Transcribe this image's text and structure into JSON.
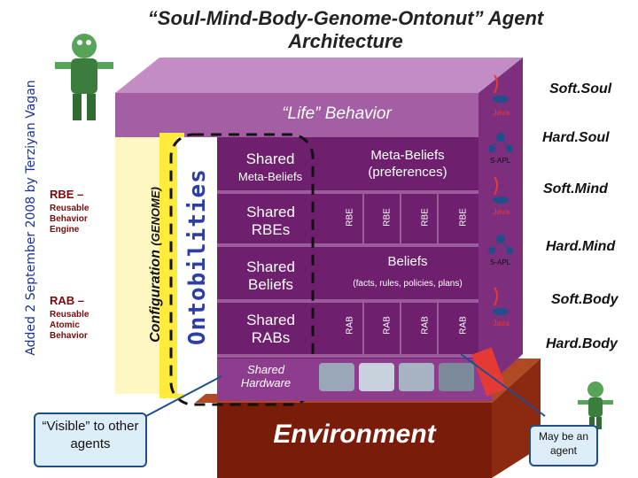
{
  "title": "“Soul-Mind-Body-Genome-Ontonut” Agent Architecture",
  "credit": "Added 2 September 2008 by Terziyan Vagan",
  "life_behavior": "“Life” Behavior",
  "right_labels": [
    "Soft.Soul",
    "Hard.Soul",
    "Soft.Mind",
    "Hard.Mind",
    "Soft.Body",
    "Hard.Body"
  ],
  "shared": {
    "shared_word": "Shared",
    "meta_beliefs": "Meta-Beliefs",
    "rbes": "Shared RBEs",
    "beliefs": "Shared Beliefs",
    "rabs": "Shared RABs",
    "hardware": "Shared Hardware"
  },
  "meta_beliefs_pref": "Meta-Beliefs (preferences)",
  "beliefs_title": "Beliefs",
  "beliefs_sub": "(facts, rules, policies, plans)",
  "rbe_labels": [
    "RBE",
    "RBE",
    "RBE",
    "RBE"
  ],
  "rab_labels": [
    "RAB",
    "RAB",
    "RAB",
    "RAB"
  ],
  "rbe_head": "RBE –",
  "rbe_sub": "Reusable Behavior Engine",
  "rab_head": "RAB –",
  "rab_sub": "Reusable Atomic Behavior",
  "configuration": "Configuration",
  "genome": "(GENOME)",
  "ontobilities": "Ontobilities",
  "visible_callout": "“Visible” to other agents",
  "environment": "Environment",
  "may_be_agent": "May be an agent",
  "java_label": "Java",
  "sapl_label": "S-APL",
  "colors": {
    "box_front": "#6e1f6e",
    "box_top": "#b77ab7",
    "box_side": "#8e3d8e",
    "genome": "#ffeb3b",
    "environment": "#7a1c0a",
    "env_top": "#b04a25",
    "credit": "#1a3399"
  },
  "icons": [
    "agent-robot-icon",
    "java-cup-icon",
    "s-apl-network-icon",
    "hardware-gear-icon"
  ]
}
